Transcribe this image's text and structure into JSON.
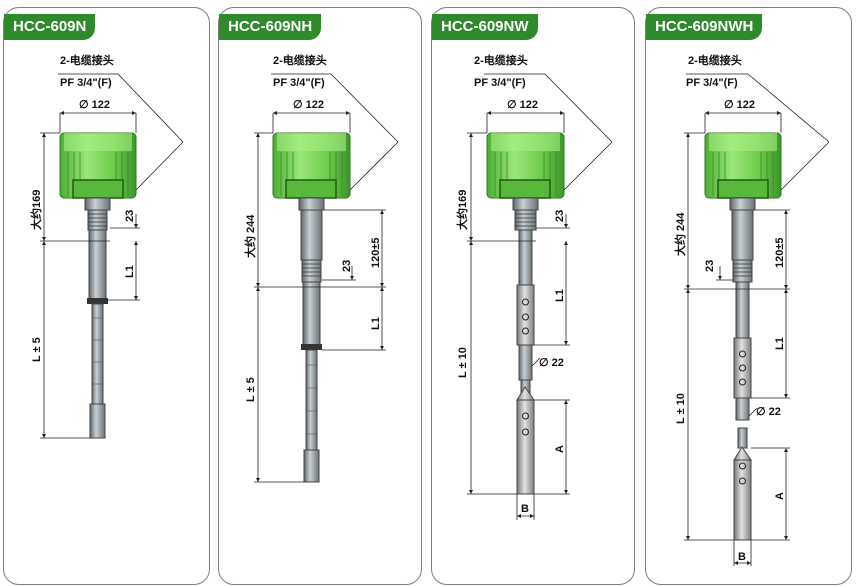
{
  "colors": {
    "head_green": "#7dd657",
    "head_dark": "#3f9a2b",
    "badge": "#2f8a2c",
    "steel": "#9aa3a8",
    "steel_dark": "#5f666b",
    "line": "#222222"
  },
  "common": {
    "cable_label": "2-电缆接头",
    "thread_label": "PF 3/4\"(F)",
    "diameter_122": "∅ 122",
    "dim_23": "23",
    "dim_L1": "L1",
    "dim_120": "120±5",
    "dim_d22": "∅ 22",
    "dim_A": "A",
    "dim_B": "B"
  },
  "panels": [
    {
      "model": "HCC-609N",
      "height_label": "大约169",
      "length_label": "L ± 5"
    },
    {
      "model": "HCC-609NH",
      "height_label": "大约 244",
      "length_label": "L ± 5"
    },
    {
      "model": "HCC-609NW",
      "height_label": "大约169",
      "length_label": "L ± 10"
    },
    {
      "model": "HCC-609NWH",
      "height_label": "大约 244",
      "length_label": "L ± 10"
    }
  ]
}
